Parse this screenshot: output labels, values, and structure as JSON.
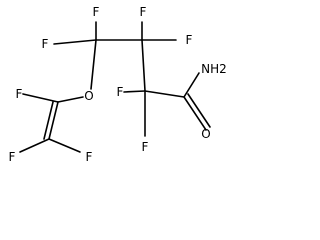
{
  "atoms": {
    "f1": "F",
    "f2": "F",
    "f3": "F",
    "f4": "F",
    "f5": "F",
    "f6": "F",
    "f7": "F",
    "f8": "F",
    "f9": "F",
    "oxygen_ether": "O",
    "oxygen_carbonyl": "O",
    "amide": "NH2"
  },
  "colors": {
    "bond": "#000000",
    "text": "#000000",
    "background": "#ffffff"
  }
}
